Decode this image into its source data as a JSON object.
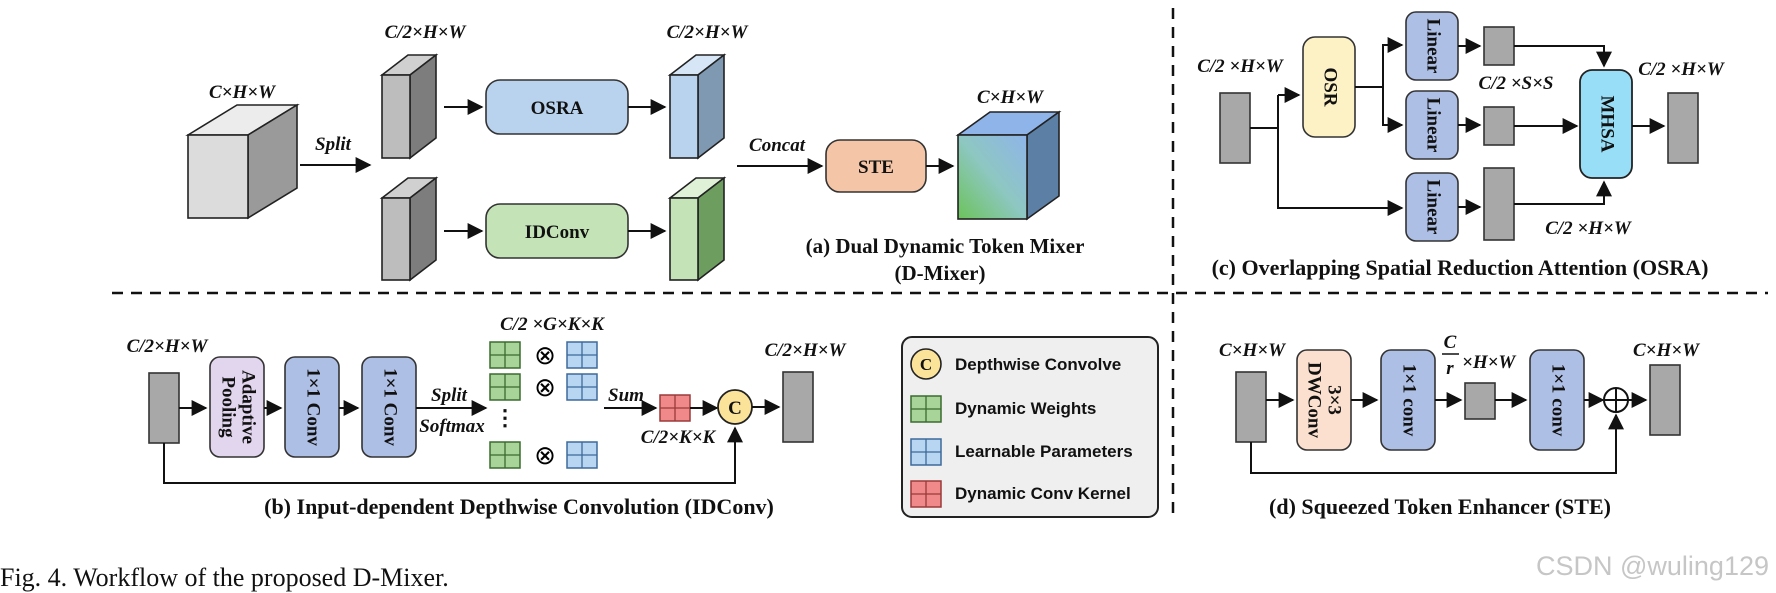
{
  "colors": {
    "osra": "#b9d3ee",
    "idconv": "#c4e3b7",
    "ste": "#f4c6a7",
    "osr": "#fdf2c6",
    "linear": "#aebfe6",
    "mhsa": "#98def6",
    "conv": "#aebfe6",
    "pool": "#e2d6ef",
    "dw": "#fbe0cf",
    "gray": "#a8a8a8",
    "cube": "#dcdcdc",
    "green_cell": "#a8d49a",
    "blue_cell": "#b8d6f2",
    "red_cell": "#f08a8a",
    "c_circle": "#fce39a",
    "legend_bg": "#efefef"
  },
  "panel_a": {
    "input_dim": "C×H×W",
    "split": "Split",
    "top_dim_in": "C/2×H×W",
    "top_dim_out": "C/2×H×W",
    "osra": "OSRA",
    "idconv": "IDConv",
    "concat": "Concat",
    "ste": "STE",
    "output_dim": "C×H×W",
    "caption_line1": "(a)  Dual Dynamic Token Mixer",
    "caption_line2": "(D-Mixer)"
  },
  "panel_b": {
    "input_dim": "C/2×H×W",
    "pool_line1": "Adaptive",
    "pool_line2": "Pooling",
    "conv1": "1×1 Conv",
    "conv2": "1×1 Conv",
    "split": "Split",
    "softmax": "Softmax",
    "weights_dim": "C/2 ×G×K×K",
    "dots": "⋮",
    "otimes": "⊗",
    "sum": "Sum",
    "kernel_dim": "C/2×K×K",
    "c_label": "C",
    "output_dim": "C/2×H×W",
    "caption": "(b) Input-dependent Depthwise Convolution (IDConv)"
  },
  "legend": {
    "depthwise": "Depthwise Convolve",
    "dynamic_weights": "Dynamic Weights",
    "learnable": "Learnable Parameters",
    "kernel": "Dynamic Conv Kernel"
  },
  "panel_c": {
    "input_dim": "C/2 ×H×W",
    "osr": "OSR",
    "linear": "Linear",
    "reduced_dim": "C/2 ×S×S",
    "mhsa": "MHSA",
    "output_dim": "C/2 ×H×W",
    "value_dim": "C/2 ×H×W",
    "caption": "(c) Overlapping Spatial Reduction Attention (OSRA)"
  },
  "panel_d": {
    "input_dim": "C×H×W",
    "dw_line1": "3×3",
    "dw_line2": "DWConv",
    "conv1": "1×1 conv",
    "mid_num": "C",
    "mid_den": "r",
    "mid_rest": "×H×W",
    "conv2": "1×1 conv",
    "oplus": "⊕",
    "output_dim": "C×H×W",
    "caption": "(d) Squeezed Token Enhancer (STE)"
  },
  "figure_caption": "Fig. 4.  Workflow of the proposed D-Mixer.",
  "watermark": "CSDN @wuling129"
}
